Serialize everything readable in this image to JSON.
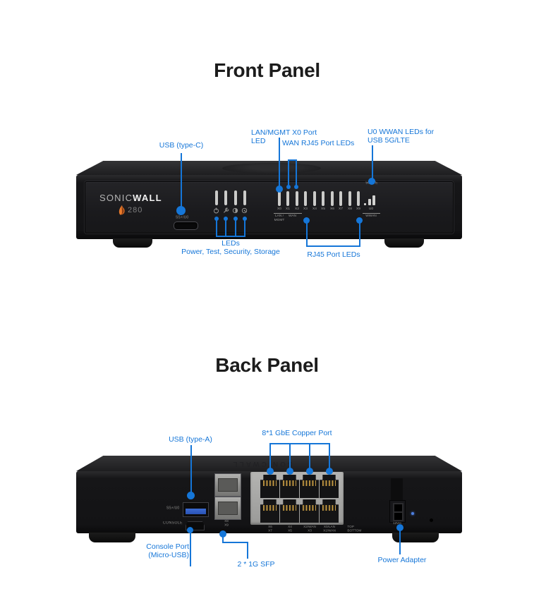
{
  "colors": {
    "callout": "#1576d8",
    "brand_orange": "#e87a2b"
  },
  "front": {
    "title": "Front Panel",
    "callouts": {
      "usb_c": "USB (type-C)",
      "lan_line1": "LAN/MGMT X0 Port",
      "lan_line2": "LED",
      "wan": "WAN RJ45 Port LEDs",
      "wwan_line1": "U0 WWAN LEDs for",
      "wwan_line2": "USB 5G/LTE",
      "leds_title": "LEDs",
      "leds_desc": "Power, Test, Security, Storage",
      "rj45": "RJ45 Port LEDs"
    },
    "device": {
      "brand_light": "SONIC",
      "brand_bold": "WALL",
      "model": "280",
      "usb_port_label": "SS⚡/U0",
      "status_led_names": [
        "power",
        "test",
        "security",
        "storage"
      ],
      "port_labels": [
        "X0",
        "X1",
        "X2",
        "X3",
        "X4",
        "X5",
        "X6",
        "X7",
        "X8",
        "X9"
      ],
      "lan_group_line1": "LAN /",
      "lan_group_line2": "MGMT",
      "wan_group": "WAN",
      "wwan_port": "U0",
      "wwan_group": "WWAN",
      "radio_badge": "5G/LTE"
    }
  },
  "back": {
    "title": "Back Panel",
    "callouts": {
      "usb_a": "USB (type-A)",
      "gbe": "8*1 GbE Copper Port",
      "console_line1": "Console Port",
      "console_line2": "(Micro-USB)",
      "sfp": "2 * 1G SFP",
      "power": "Power Adapter"
    },
    "device": {
      "top_emboss": "SONICWALL",
      "usb_port_label": "SS⚡/U0",
      "console_label": "CONSOLE",
      "sfp_line1": "X8",
      "sfp_line2": "X9",
      "port_col1_top": "X6",
      "port_col1_bot": "X7",
      "port_col2_top": "X4",
      "port_col2_bot": "X5",
      "port_col3_top": "X2/WAN",
      "port_col3_bot": "X3",
      "port_col4_top": "X0/LAN",
      "port_col4_bot": "X1/WAN",
      "row_note_top": "TOP",
      "row_note_bot": "BOTTOM",
      "power_label": "12V⎓"
    }
  }
}
